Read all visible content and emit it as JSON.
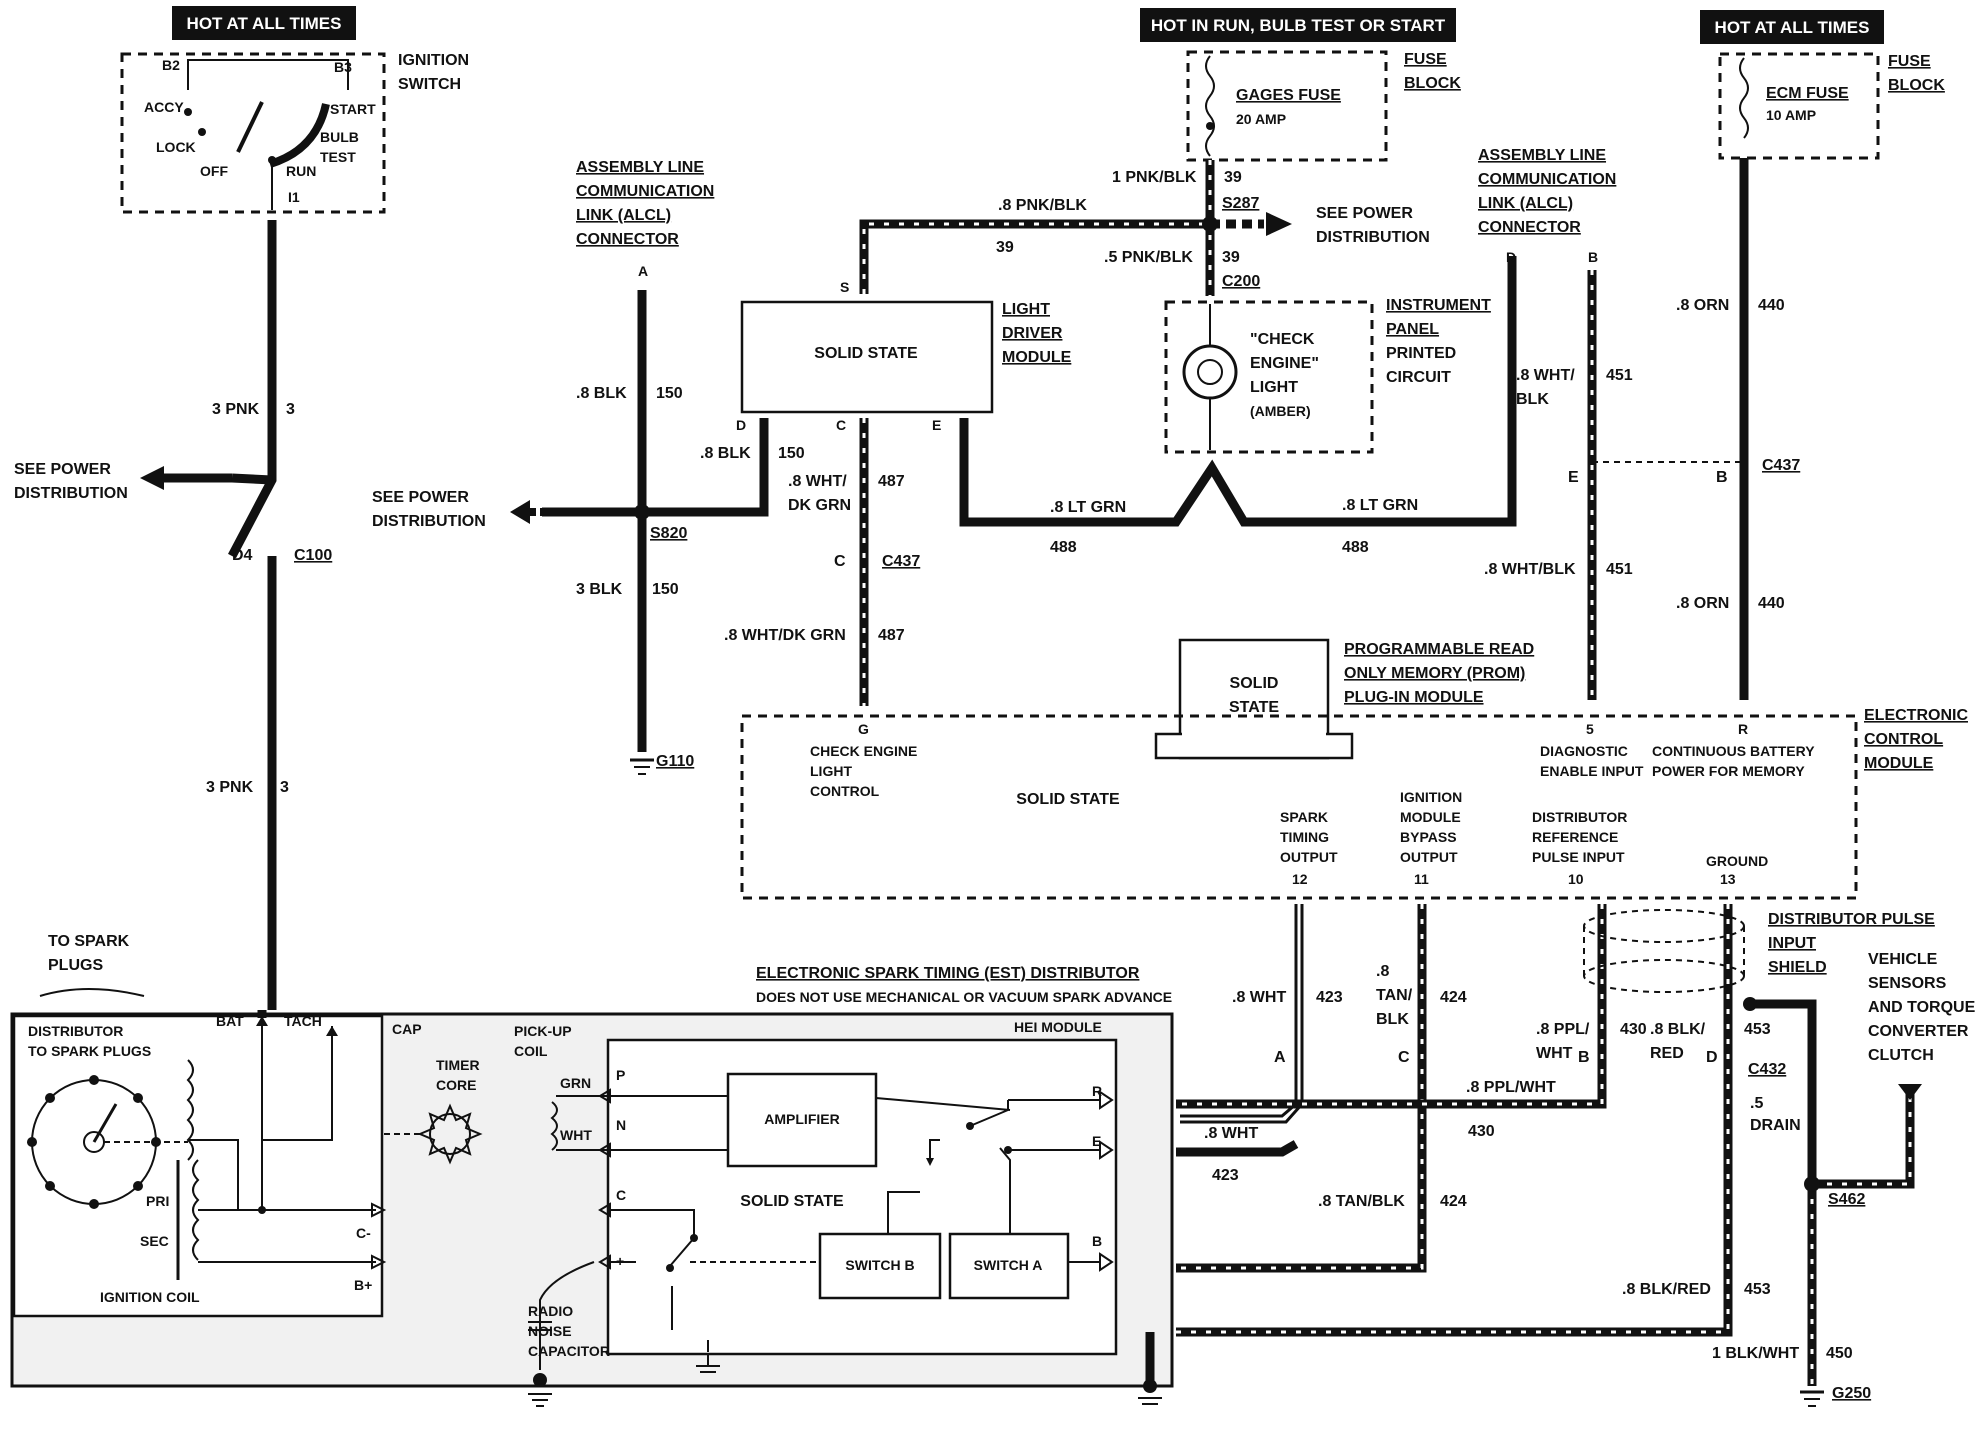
{
  "sources": {
    "hot_left": "HOT AT ALL TIMES",
    "hot_mid": "HOT IN RUN, BULB TEST OR START",
    "hot_right": "HOT AT ALL TIMES"
  },
  "ignition_switch": {
    "title": [
      "IGNITION",
      "SWITCH"
    ],
    "positions": [
      "ACCY",
      "LOCK",
      "OFF",
      "RUN",
      "START",
      "BULB",
      "TEST"
    ],
    "terminals": [
      "B2",
      "B3",
      "I1"
    ]
  },
  "fuse_block_mid": {
    "title": [
      "FUSE",
      "BLOCK"
    ],
    "fuse": "GAGES FUSE",
    "rating": "20 AMP"
  },
  "fuse_block_right": {
    "title": [
      "FUSE",
      "BLOCK"
    ],
    "fuse": "ECM FUSE",
    "rating": "10 AMP"
  },
  "alcl_left": [
    "ASSEMBLY LINE",
    "COMMUNICATION",
    "LINK (ALCL)",
    "CONNECTOR"
  ],
  "alcl_right": [
    "ASSEMBLY LINE",
    "COMMUNICATION",
    "LINK (ALCL)",
    "CONNECTOR"
  ],
  "see_power": {
    "left": [
      "SEE POWER",
      "DISTRIBUTION"
    ],
    "mid": [
      "SEE POWER",
      "DISTRIBUTION"
    ],
    "top": [
      "SEE POWER",
      "DISTRIBUTION"
    ]
  },
  "light_driver": {
    "title": [
      "LIGHT",
      "DRIVER",
      "MODULE"
    ],
    "body": "SOLID STATE",
    "pins": [
      "S",
      "D",
      "C",
      "E"
    ]
  },
  "instrument_panel": {
    "title": [
      "INSTRUMENT",
      "PANEL",
      "PRINTED",
      "CIRCUIT"
    ],
    "lamp": [
      "\"CHECK",
      "ENGINE\"",
      "LIGHT",
      "(AMBER)"
    ]
  },
  "prom": {
    "title": [
      "PROGRAMMABLE READ",
      "ONLY MEMORY (PROM)",
      "PLUG-IN MODULE"
    ],
    "body": [
      "SOLID",
      "STATE"
    ]
  },
  "ecm": {
    "title": [
      "ELECTRONIC",
      "CONTROL",
      "MODULE"
    ],
    "body": "SOLID STATE",
    "check_engine": [
      "CHECK ENGINE",
      "LIGHT",
      "CONTROL"
    ],
    "diagnostic": [
      "DIAGNOSTIC",
      "ENABLE INPUT"
    ],
    "battery": [
      "CONTINUOUS BATTERY",
      "POWER FOR MEMORY"
    ],
    "spark": [
      "SPARK",
      "TIMING",
      "OUTPUT"
    ],
    "bypass": [
      "IGNITION",
      "MODULE",
      "BYPASS",
      "OUTPUT"
    ],
    "reference": [
      "DISTRIBUTOR",
      "REFERENCE",
      "PULSE INPUT"
    ],
    "ground": "GROUND",
    "pins": [
      "G",
      "5",
      "R",
      "12",
      "11",
      "10",
      "13"
    ]
  },
  "connectors": [
    "C100",
    "C437",
    "C437",
    "C200",
    "S287",
    "S820",
    "G110",
    "C432",
    "S462",
    "G250",
    "D4"
  ],
  "wires": {
    "pnk_top": [
      "3 PNK",
      "3"
    ],
    "pnk_bot": [
      "3 PNK",
      "3"
    ],
    "blk_top": [
      ".8 BLK",
      "150"
    ],
    "blk_mid": [
      ".8 BLK",
      "150"
    ],
    "blk_bot": [
      "3 BLK",
      "150"
    ],
    "pnkblk_top": [
      ".8 PNK/BLK",
      "39"
    ],
    "pnkblk_1": [
      "1 PNK/BLK",
      "39"
    ],
    "pnkblk_5": [
      ".5 PNK/BLK",
      "39"
    ],
    "whtdkgrn_top": [
      ".8 WHT/",
      "DK GRN",
      "487"
    ],
    "whtdkgrn_bot": [
      ".8 WHT/DK GRN",
      "487"
    ],
    "ltgrn_left": [
      ".8 LT GRN",
      "488"
    ],
    "ltgrn_right": [
      ".8 LT GRN",
      "488"
    ],
    "whtblk_top": [
      ".8 WHT/",
      "BLK",
      "451"
    ],
    "whtblk_bot": [
      ".8 WHT/BLK",
      "451"
    ],
    "orn_top": [
      ".8 ORN",
      "440"
    ],
    "orn_bot": [
      ".8 ORN",
      "440"
    ],
    "wht": [
      ".8 WHT",
      "423"
    ],
    "wht_b": [
      ".8 WHT",
      "423"
    ],
    "tanblk": [
      ".8",
      "TAN/",
      "BLK",
      "424"
    ],
    "tanblk_b": [
      ".8 TAN/BLK",
      "424"
    ],
    "pplwht": [
      ".8 PPL/",
      "WHT",
      "430"
    ],
    "pplwht_b": [
      ".8 PPL/WHT",
      "430"
    ],
    "blkred": [
      ".8 BLK/",
      "RED",
      "453"
    ],
    "blkred_b": [
      ".8 BLK/RED",
      "453"
    ],
    "drain": [
      ".5",
      "DRAIN"
    ],
    "blkwht": [
      "1 BLK/WHT",
      "450"
    ]
  },
  "shield": [
    "DISTRIBUTOR PULSE",
    "INPUT",
    "SHIELD"
  ],
  "vehicle_sensors": [
    "VEHICLE",
    "SENSORS",
    "AND TORQUE",
    "CONVERTER",
    "CLUTCH"
  ],
  "distributor": {
    "title": [
      "ELECTRONIC SPARK TIMING (EST) DISTRIBUTOR",
      "DOES NOT USE MECHANICAL OR VACUUM SPARK ADVANCE"
    ],
    "to_spark": [
      "TO SPARK",
      "PLUGS"
    ],
    "dist_label": [
      "DISTRIBUTOR",
      "TO SPARK PLUGS"
    ],
    "bat": "BAT",
    "tach": "TACH",
    "cap": "CAP",
    "pickup": [
      "PICK-UP",
      "COIL"
    ],
    "timer": [
      "TIMER",
      "CORE"
    ],
    "grn": "GRN",
    "wht": "WHT",
    "pri": "PRI",
    "sec": "SEC",
    "coil": "IGNITION COIL",
    "c_minus": "C-",
    "b_plus": "B+",
    "capacitor": [
      "RADIO",
      "NOISE",
      "CAPACITOR"
    ],
    "hei": "HEI MODULE",
    "amplifier": "AMPLIFIER",
    "solid": "SOLID STATE",
    "switch_b": "SWITCH B",
    "switch_a": "SWITCH A",
    "hei_pins": [
      "P",
      "N",
      "C",
      "+",
      "R",
      "E",
      "B"
    ]
  }
}
